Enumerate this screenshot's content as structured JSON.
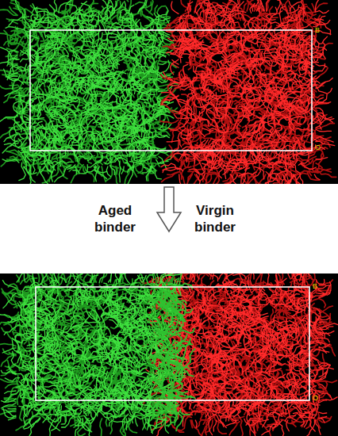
{
  "diagram": {
    "labels": [
      "B",
      "O",
      "Aged binder",
      "Virgin binder",
      "B",
      "O"
    ]
  }
}
